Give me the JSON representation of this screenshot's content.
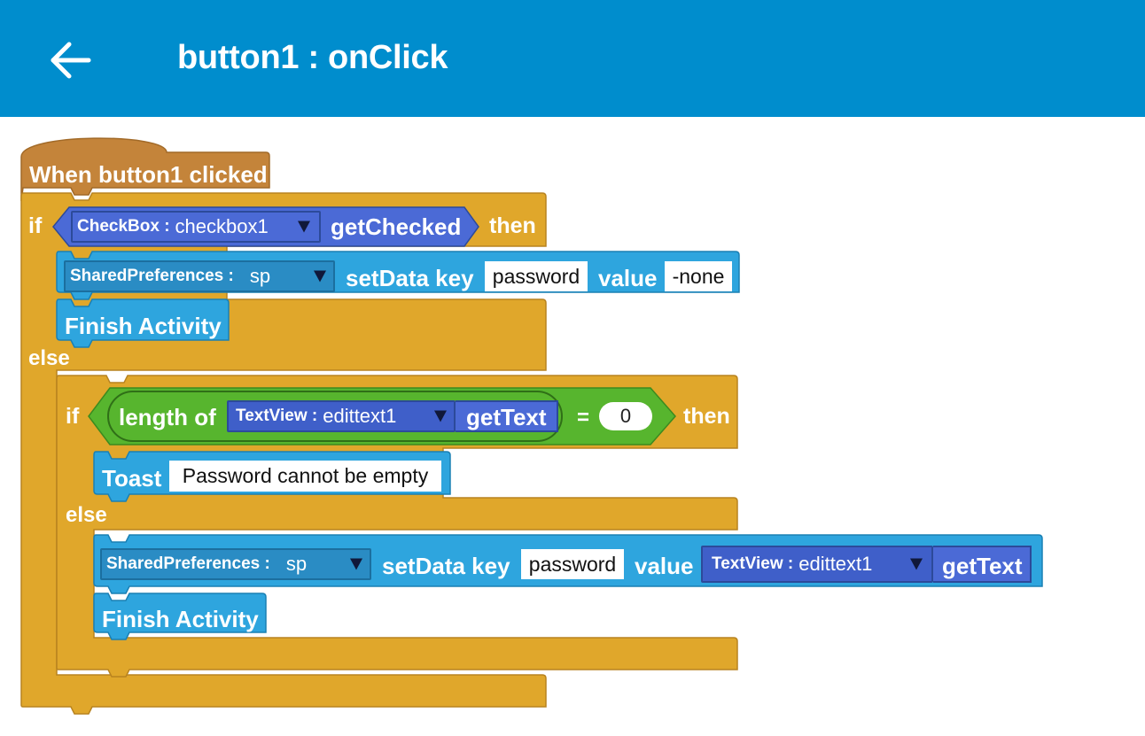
{
  "header": {
    "title": "button1 : onClick"
  },
  "icons": {
    "back": "arrow-left-icon",
    "dropdown": "triangle-down-icon"
  },
  "colors": {
    "appbar": "#008dcd",
    "event": "#c4843a",
    "control": "#e0a72b",
    "action": "#2ea5de",
    "component": "#4b6ad6",
    "operator": "#57b52e",
    "text_field": "#ffffff"
  },
  "blocks": {
    "event_label": "When button1 clicked",
    "if_outer": {
      "if_label": "if",
      "condition": {
        "component_class": "CheckBox :",
        "component_value": "checkbox1",
        "method": "getChecked"
      },
      "then_label": "then",
      "then": [
        {
          "component_class": "SharedPreferences :",
          "component_value": "sp",
          "action": "setData key",
          "key": "password",
          "value_label": "value",
          "value": "-none"
        },
        {
          "label": "Finish Activity"
        }
      ],
      "else_label": "else",
      "else": {
        "if_inner": {
          "if_label": "if",
          "length_label": "length of",
          "component_class": "TextView :",
          "component_value": "edittext1",
          "method": "getText",
          "operator": "=",
          "compare_value": "0",
          "then_label": "then",
          "then": {
            "toast_label": "Toast",
            "toast_text": "Password cannot be empty"
          },
          "else_label": "else",
          "else": [
            {
              "component_class": "SharedPreferences :",
              "component_value": "sp",
              "action": "setData key",
              "key": "password",
              "value_label": "value",
              "value_component_class": "TextView :",
              "value_component_value": "edittext1",
              "value_method": "getText"
            },
            {
              "label": "Finish Activity"
            }
          ]
        }
      }
    }
  }
}
